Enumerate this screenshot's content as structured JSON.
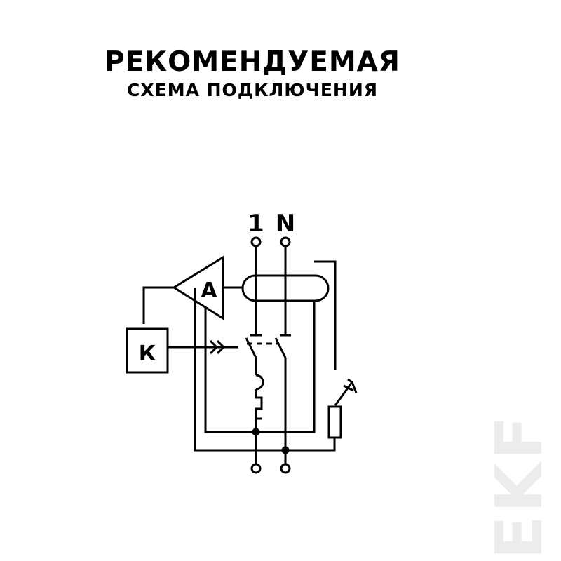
{
  "title": {
    "line1": "РЕКОМЕНДУЕМАЯ",
    "line2": "СХЕМА ПОДКЛЮЧЕНИЯ"
  },
  "diagram": {
    "terminal_labels": [
      "1",
      "N"
    ],
    "amplifier_label": "А",
    "relay_label": "К"
  },
  "watermark": "EKF",
  "colors": {
    "ink": "#000000",
    "watermark": "#ececec",
    "background": "#ffffff"
  }
}
